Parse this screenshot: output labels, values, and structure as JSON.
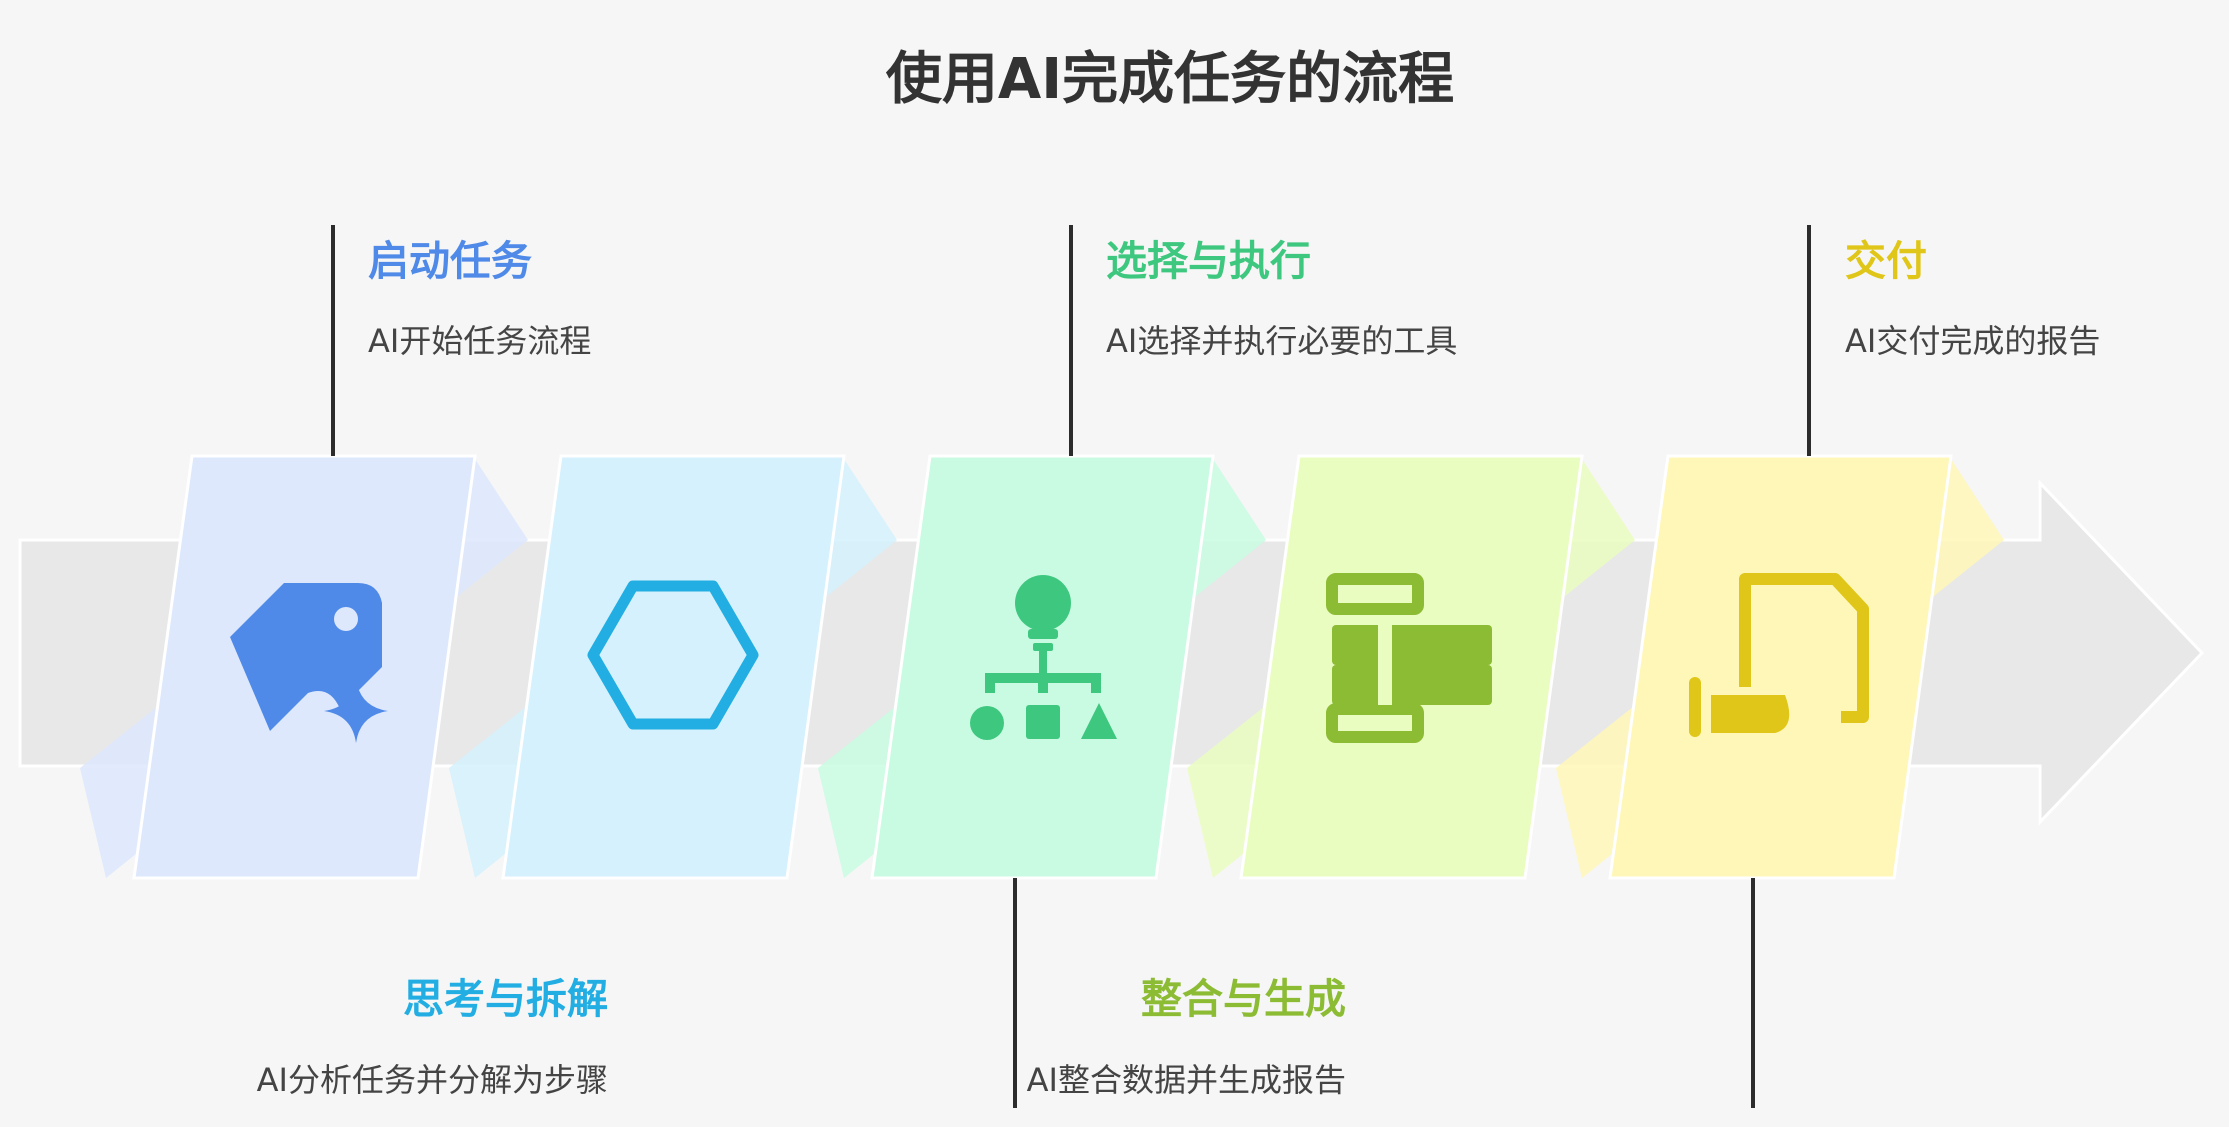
{
  "title": "使用AI完成任务的流程",
  "steps": [
    {
      "title": "启动任务",
      "description": "AI开始任务流程",
      "icon": "tag-sparkle-icon",
      "color": "#4f8ae8",
      "card_color": "#dde8fd",
      "label_position": "top"
    },
    {
      "title": "思考与拆解",
      "description": "AI分析任务并分解为步骤",
      "icon": "hexagon-icon",
      "color": "#22aee2",
      "card_color": "#d4f1fd",
      "label_position": "bottom"
    },
    {
      "title": "选择与执行",
      "description": "AI选择并执行必要的工具",
      "icon": "hierarchy-icon",
      "color": "#3ec87f",
      "card_color": "#c9fbe2",
      "label_position": "top"
    },
    {
      "title": "整合与生成",
      "description": "AI整合数据并生成报告",
      "icon": "stacked-bars-icon",
      "color": "#8cbb34",
      "card_color": "#eafdc0",
      "label_position": "bottom"
    },
    {
      "title": "交付",
      "description": "AI交付完成的报告",
      "icon": "scroll-document-icon",
      "color": "#e0c618",
      "card_color": "#fff7b8",
      "label_position": "top"
    }
  ],
  "colors": {
    "background": "#f6f6f6",
    "arrow": "#e8e8e8",
    "connector": "#2c2c2c",
    "title_text": "#333333",
    "body_text": "#444444"
  }
}
